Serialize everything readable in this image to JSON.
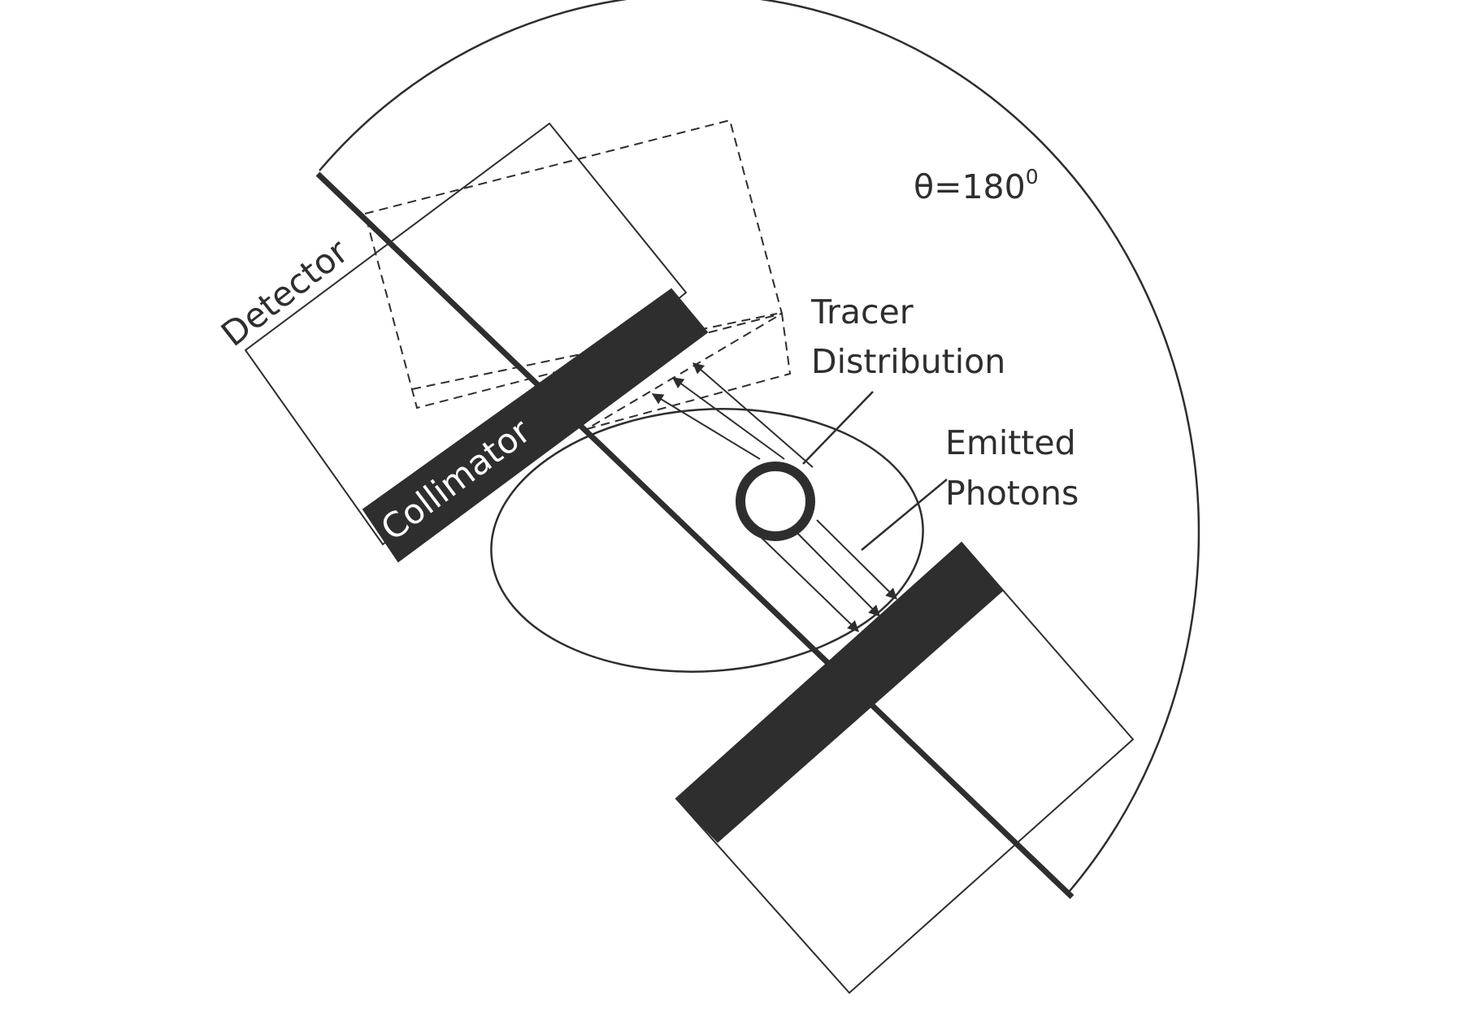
{
  "labels": {
    "angle_main": "θ=180",
    "angle_sup": "0",
    "detector": "Detector",
    "collimator": "Collimator",
    "tracer_line1": "Tracer",
    "tracer_line2": "Distribution",
    "emitted_line1": "Emitted",
    "emitted_line2": "Photons"
  },
  "colors": {
    "ink": "#2e2e2e",
    "background": "#ffffff"
  }
}
